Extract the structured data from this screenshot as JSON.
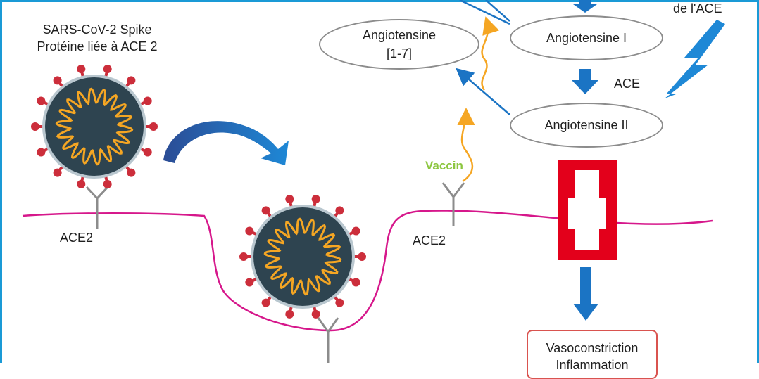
{
  "virus_label": [
    "SARS-CoV-2 Spike",
    "Protéine liée à ACE 2"
  ],
  "ace2_label_left": "ACE2",
  "ace2_label_right": "ACE2",
  "vaccine_label": "Vaccin",
  "nodes": {
    "angiotensin_1_7": [
      "Angiotensine",
      "[1-7]"
    ],
    "angiotensin_1": "Angiotensine I",
    "angiotensin_2": "Angiotensine II"
  },
  "enzyme_label": "ACE",
  "inhibitor_label": "de l'ACE",
  "outcome_lines": [
    "Vasoconstriction",
    "Inflammation"
  ],
  "colors": {
    "frame": "#1a9ad6",
    "arrow_blue": "#1b74c4",
    "orange": "#f5a623",
    "membrane": "#d6178b",
    "red_block": "#e3001b",
    "vaccine_green": "#8cc63f",
    "virus_core": "#2e4450",
    "spike_red": "#cc2e3b"
  },
  "icons": [
    "virus-icon",
    "receptor-icon",
    "lightning-icon",
    "blocked-icon",
    "curved-arrow-icon"
  ]
}
